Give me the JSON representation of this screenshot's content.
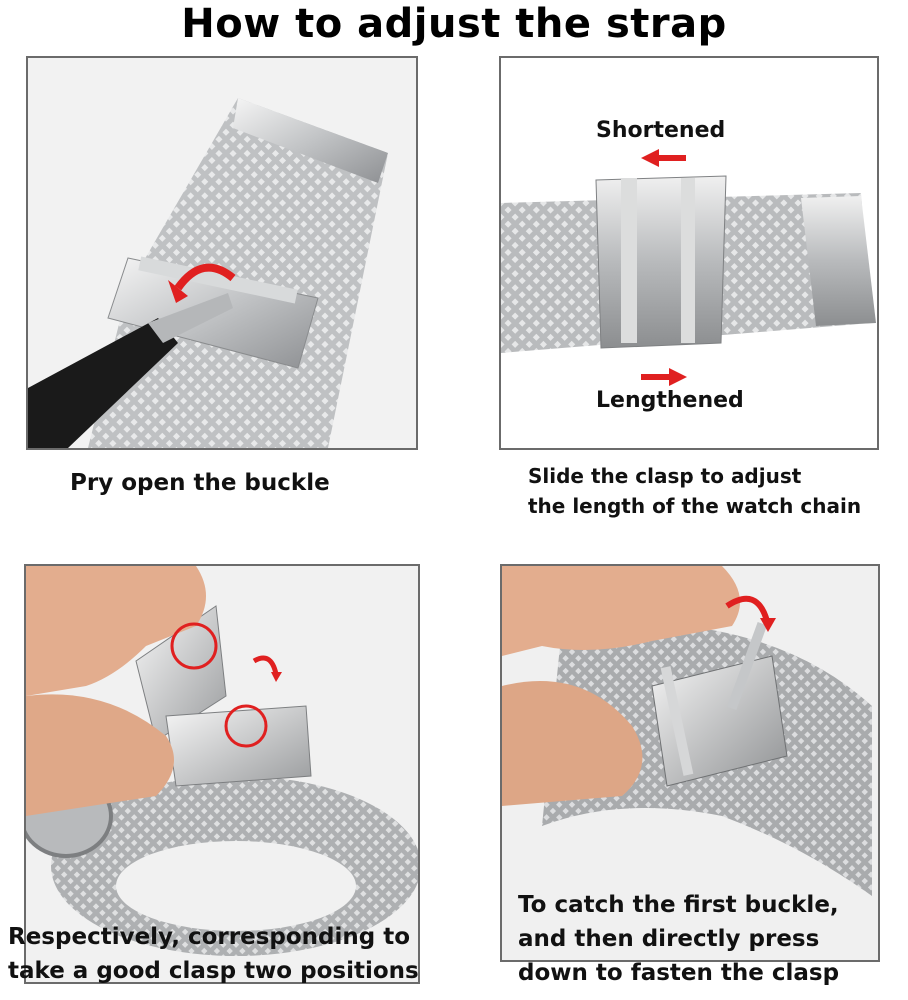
{
  "title": "How to adjust the strap",
  "panels": {
    "pry": {
      "caption": "Pry open the buckle"
    },
    "slide": {
      "label_top": "Shortened",
      "label_bottom": "Lengthened",
      "caption_line1": "Slide the clasp to adjust",
      "caption_line2": "the length of the watch chain"
    },
    "respectively": {
      "caption_line1": "Respectively, corresponding to",
      "caption_line2": "take a good clasp two positions"
    },
    "catch": {
      "caption_line1": "To catch the first buckle,",
      "caption_line2": "and then directly press",
      "caption_line3": "down to fasten the clasp"
    }
  },
  "colors": {
    "accent_red": "#e02020",
    "steel": "#c9cbcd",
    "skin": "#e9b79a"
  }
}
